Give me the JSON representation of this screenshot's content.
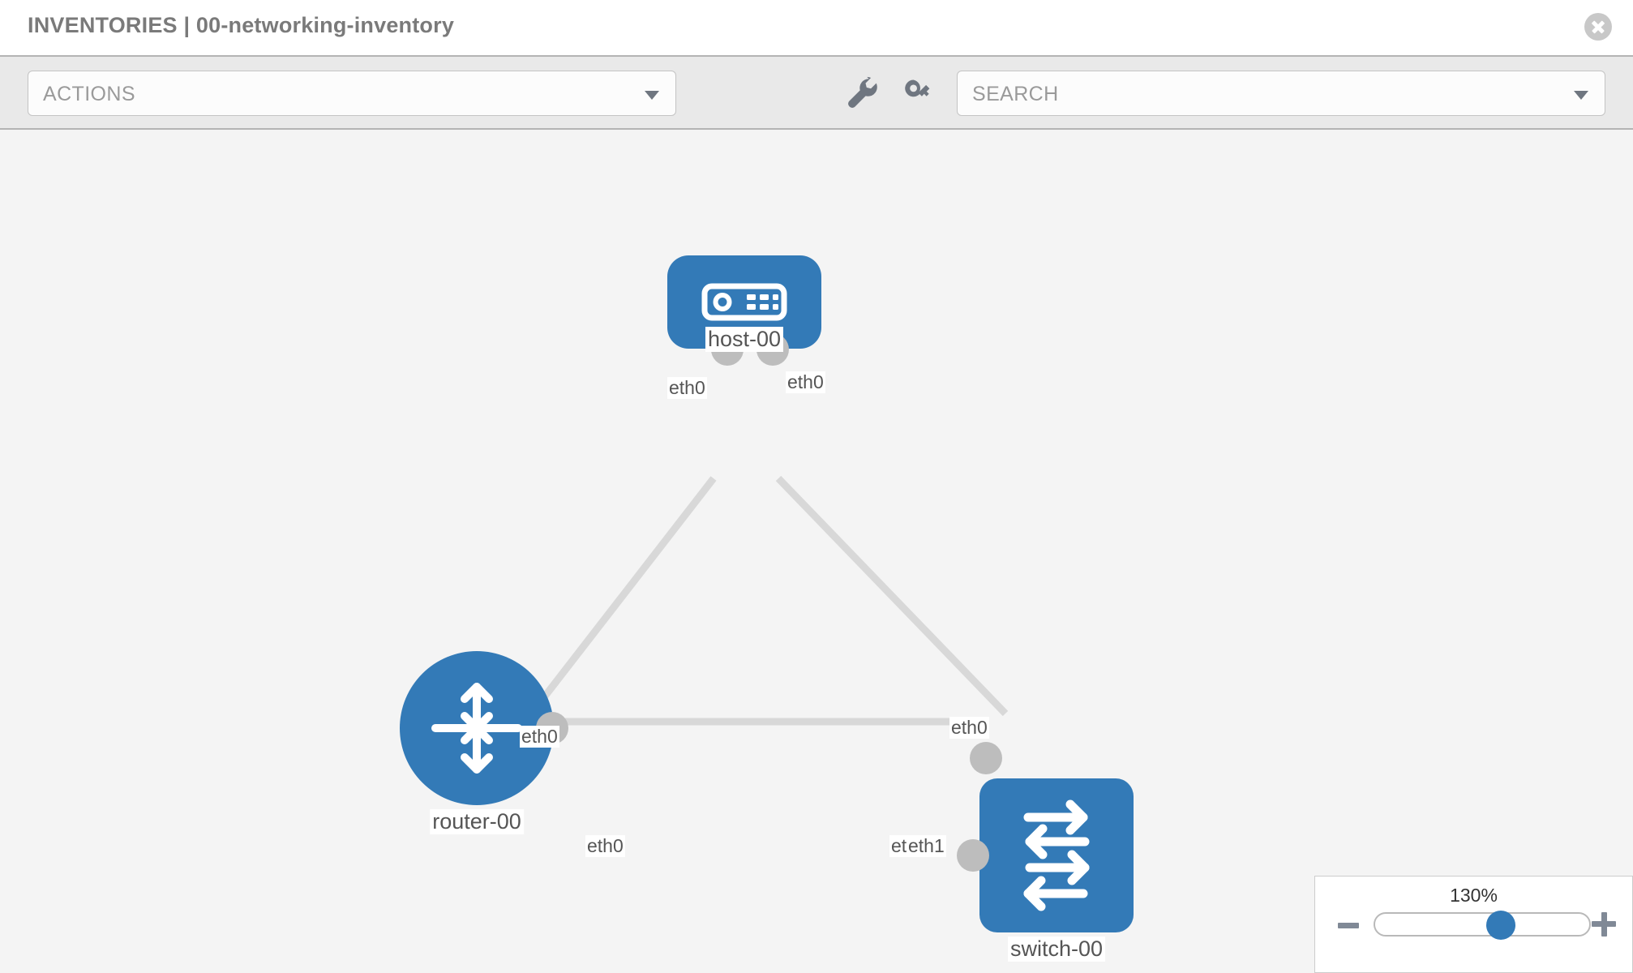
{
  "header": {
    "title": "INVENTORIES | 00-networking-inventory",
    "close_label": "close-icon"
  },
  "toolbar": {
    "actions_label": "ACTIONS",
    "search_placeholder": "SEARCH",
    "wrench_icon": "wrench-icon",
    "key_icon": "key-icon"
  },
  "colors": {
    "node_blue": "#337ab7",
    "endpoint_gray": "#bdbdbd",
    "link_gray": "#d8d8d8",
    "canvas_bg": "#f4f4f4",
    "toolbar_bg": "#e9e9e9"
  },
  "topology": {
    "nodes": [
      {
        "id": "host-00",
        "label": "host-00",
        "type": "host",
        "icon": "server-icon"
      },
      {
        "id": "router-00",
        "label": "router-00",
        "type": "router",
        "icon": "router-arrows-icon"
      },
      {
        "id": "switch-00",
        "label": "switch-00",
        "type": "switch",
        "icon": "switch-arrows-icon"
      }
    ],
    "links": [
      {
        "from": "host-00",
        "to": "router-00",
        "from_interface": "eth0",
        "to_interface": "eth0"
      },
      {
        "from": "host-00",
        "to": "switch-00",
        "from_interface": "eth0",
        "to_interface": "eth0"
      },
      {
        "from": "router-00",
        "to": "switch-00",
        "from_interface": "eth0",
        "to_interface": "eth1"
      }
    ],
    "interface_labels": {
      "host_left": "eth0",
      "host_right": "eth0",
      "router_upper": "eth0",
      "switch_upper": "eth0",
      "router_right": "eth0",
      "switch_left_a": "eth0",
      "switch_left_b": "eth1"
    }
  },
  "zoom_control": {
    "percent": "130%",
    "minus_label": "zoom-out",
    "plus_label": "zoom-in",
    "thumb_position_pct": 60
  }
}
